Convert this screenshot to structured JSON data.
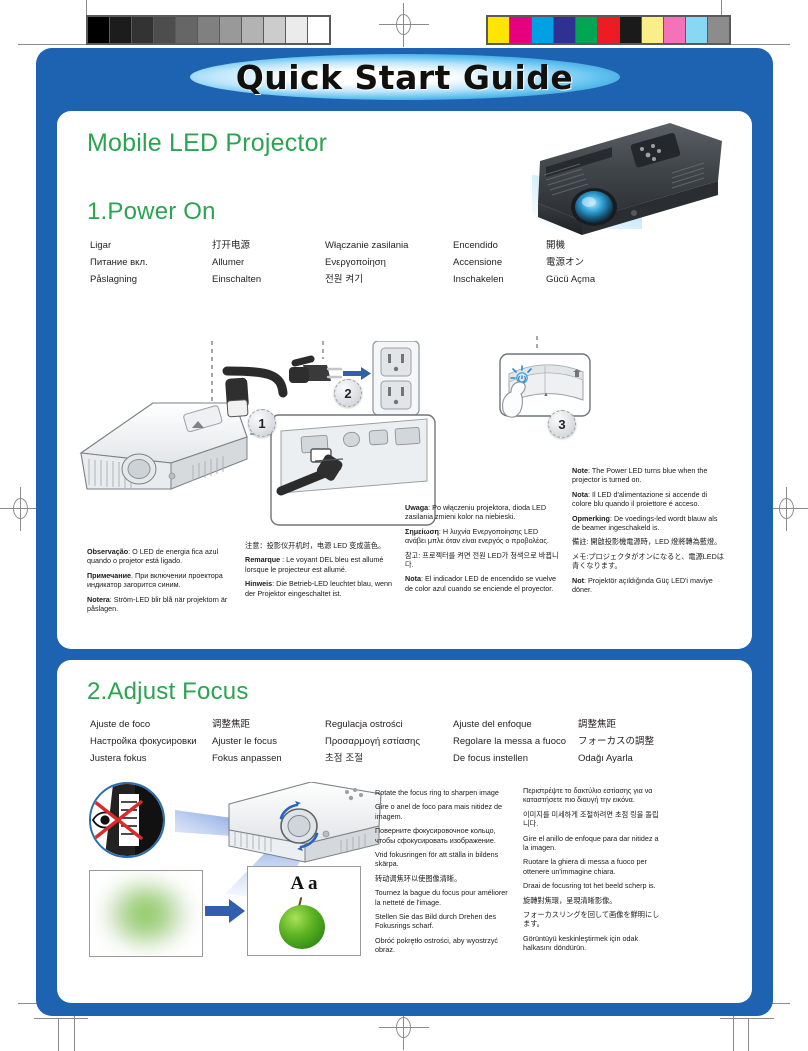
{
  "document": {
    "title": "Quick Start Guide",
    "product_name": "Mobile LED Projector"
  },
  "calibration": {
    "grayscale_label": "grayscale-calibration-strip",
    "grayscale_swatches": [
      "#000000",
      "#1c1c1c",
      "#333333",
      "#4d4d4d",
      "#666666",
      "#808080",
      "#999999",
      "#b3b3b3",
      "#cccccc",
      "#ebebeb",
      "#ffffff"
    ],
    "color_label": "color-calibration-strip",
    "color_swatches": [
      "#ffe500",
      "#e6007e",
      "#00a0e3",
      "#2e3192",
      "#00a651",
      "#ed1c24",
      "#1a1a1a",
      "#faee8a",
      "#f473b8",
      "#87d7f5",
      "#8c8c8c"
    ]
  },
  "colors": {
    "frame_blue": "#1d63b2",
    "heading_green": "#2ba451",
    "beam_blue": "#3f6ec9",
    "arrow_blue": "#2f5fad"
  },
  "section_power": {
    "number_title": "1.Power On",
    "languages": [
      "Ligar",
      "打开电源",
      "Włączanie zasilania",
      "Encendido",
      "開機",
      "Питание вкл.",
      "Allumer",
      "Ενεργοποίηση",
      "Accensione",
      "電源オン",
      "Påslagning",
      "Einschalten",
      "전원 켜기",
      "Inschakelen",
      "Gücü Açma"
    ],
    "callouts": [
      "1",
      "2",
      "3"
    ],
    "notes_col1": [
      {
        "label": "Observação",
        "sep": ": ",
        "text": "O LED de energia fica azul quando o projetor está ligado."
      },
      {
        "label": "Примечание",
        "sep": ". ",
        "text": "При включении проектора индикатор загорится синим."
      },
      {
        "label": "Notera",
        "sep": ": ",
        "text": "Ström-LED blir blå när projektorn är påslagen."
      }
    ],
    "notes_col2": [
      {
        "label": "",
        "sep": "",
        "text": "注意：投影仪开机时，电源 LED 变成蓝色。"
      },
      {
        "label": "Remarque",
        "sep": " : ",
        "text": "Le voyant DEL bleu est allumé lorsque le projecteur est allumé."
      },
      {
        "label": "Hinweis",
        "sep": ": ",
        "text": "Die Betrieb-LED leuchtet blau, wenn der Projektor eingeschaltet ist."
      }
    ],
    "notes_col3": [
      {
        "label": "Uwaga",
        "sep": ": ",
        "text": "Po włączeniu projektora, dioda LED zasilania zmieni kolor na niebieski."
      },
      {
        "label": "Σημείωση",
        "sep": ": ",
        "text": "Η λυχνία Ενεργοποίησης LED ανάβει μπλε όταν είναι ενεργός ο προβολέας."
      },
      {
        "label": "",
        "sep": "",
        "text": "참고: 프로젝터를 켜면 전원 LED가 청색으로 바뀝니다."
      },
      {
        "label": "Nota",
        "sep": ": ",
        "text": "El indicador LED de encendido se vuelve de color azul cuando se enciende el proyector."
      }
    ],
    "notes_col4": [
      {
        "label": "Note",
        "sep": ": ",
        "text": "The Power LED turns blue when the projector is turned on."
      },
      {
        "label": "Nota",
        "sep": ": ",
        "text": "Il LED d'alimentazione si accende di colore blu quando il proiettore é acceso."
      },
      {
        "label": "Opmerking",
        "sep": ": ",
        "text": "De voedings-led wordt blauw als de beamer ingeschakeld is."
      },
      {
        "label": "",
        "sep": "",
        "text": "備註: 開啟投影機電源時，LED 燈將轉為藍燈。"
      },
      {
        "label": "",
        "sep": "",
        "text": "メモ:プロジェクタがオンになると、電源LEDは青くなります。"
      },
      {
        "label": "Not",
        "sep": ": ",
        "text": "Projektör açıldığında Güç LED'i maviye döner."
      }
    ]
  },
  "section_focus": {
    "number_title": "2.Adjust Focus",
    "languages": [
      "Ajuste de foco",
      "调整焦距",
      "Regulacja ostrości",
      "Ajuste del enfoque",
      "調整焦距",
      "Настройка фокусировки",
      "Ajuster le focus",
      "Προσαρμογή εστίασης",
      "Regolare la messa a fuoco",
      "フォーカスの調整",
      "Justera fokus",
      "Fokus anpassen",
      "초점 조절",
      "De focus instellen",
      "Odağı Ayarla"
    ],
    "instructions_col1": [
      "Rotate the focus ring to sharpen image",
      "Gire o anel de foco para mais nitidez de imagem.",
      "Поверните фокусировочное кольцо, чтобы сфокусировать изображение.",
      "Vrid fokusringen för att ställa in bildens skärpa.",
      "转动调焦环以使图像清晰。",
      "Tournez la bague du focus pour améliorer la netteté de l'image.",
      "Stellen Sie das Bild durch Drehen des Fokusrings scharf.",
      "Obróć pokrętło ostrości, aby wyostrzyć obraz."
    ],
    "instructions_col2": [
      "Περιστρέψτε το δακτύλιο εστίασης για να καταστήσετε πιο διαυγή την εικόνα.",
      "이미지를 미세하게 조절하려면 초점 링을 돌립니다.",
      "Gire el anillo de enfoque para dar nitidez a la imagen.",
      "Ruotare la ghiera di messa a fuoco per ottenere un'immagine chiara.",
      "Draai de focusring tot het beeld scherp is.",
      "旋轉對焦環，呈現清晰影像。",
      "フォーカスリングを回して画像を鮮明にします。",
      "Görüntüyü keskinleştirmek için odak halkasını döndürün."
    ],
    "sample_text": "A a"
  }
}
